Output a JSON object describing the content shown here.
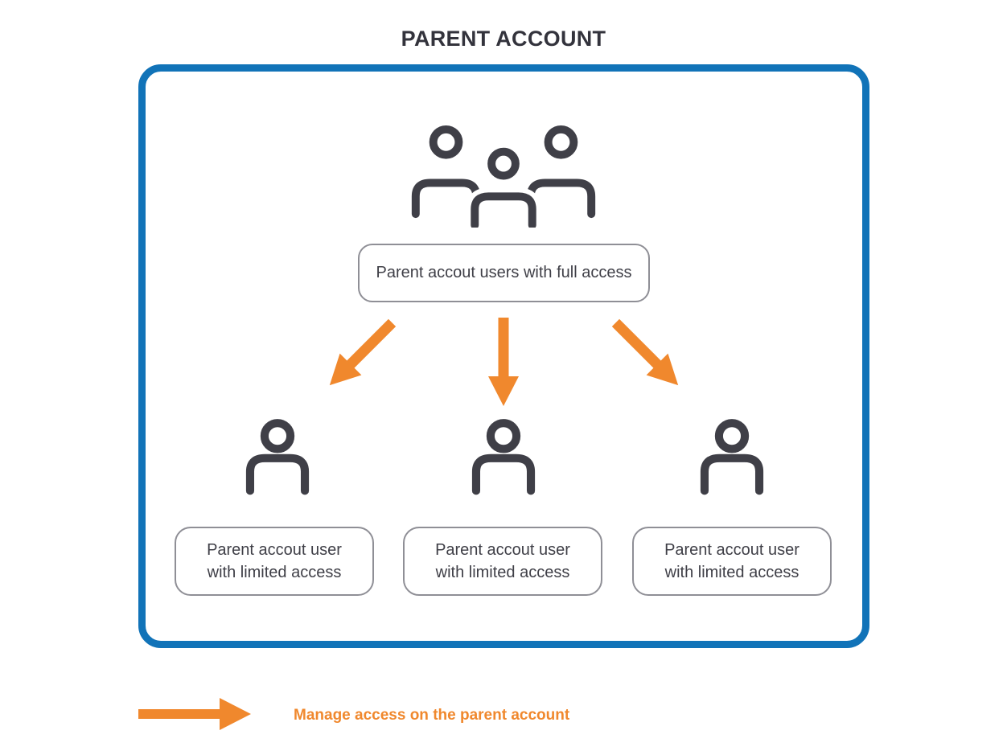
{
  "title": "PARENT ACCOUNT",
  "parent_box": {
    "full_access_label": "Parent accout users with full access",
    "limited_users": [
      {
        "label_line1": "Parent accout user",
        "label_line2": "with limited access"
      },
      {
        "label_line1": "Parent accout user",
        "label_line2": "with limited access"
      },
      {
        "label_line1": "Parent accout user",
        "label_line2": "with limited access"
      }
    ]
  },
  "legend": {
    "label": "Manage access on the parent account"
  },
  "colors": {
    "accent_blue": "#1173b8",
    "accent_orange": "#f0882d",
    "icon_gray": "#3f3f47",
    "box_border_gray": "#8f8f96"
  },
  "icons": {
    "group": "users-group-icon",
    "user": "user-icon",
    "down_arrow": "arrow-down-icon",
    "legend_arrow": "arrow-right-icon"
  }
}
